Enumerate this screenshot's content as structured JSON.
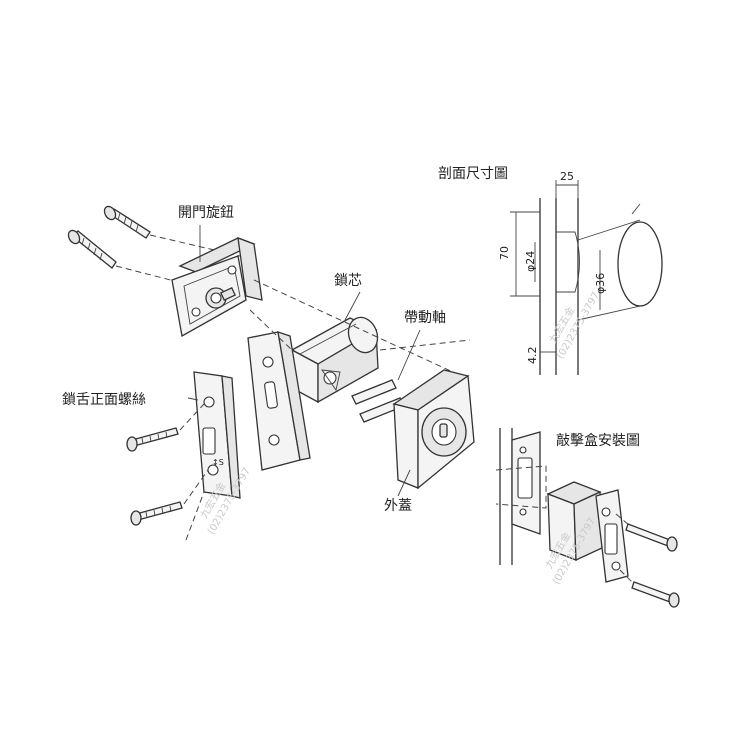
{
  "labels": {
    "thumb_turn": "開門旋鈕",
    "lock_core": "鎖芯",
    "drive_shaft": "帶動軸",
    "latch_screw": "鎖舌正面螺絲",
    "outer_cover": "外蓋",
    "section_dims": "剖面尺寸圖",
    "strike_box": "敲擊盒安裝圖"
  },
  "dimensions": {
    "d25": "25",
    "d70": "70",
    "d24": "φ24",
    "d36": "φ36",
    "d42": "4.2"
  },
  "watermark": {
    "name": "九宏五金",
    "phone": "(02)2375-3797"
  },
  "colors": {
    "line": "#333333",
    "fill": "#f4f4f4",
    "watermark": "#c9c9c9"
  }
}
